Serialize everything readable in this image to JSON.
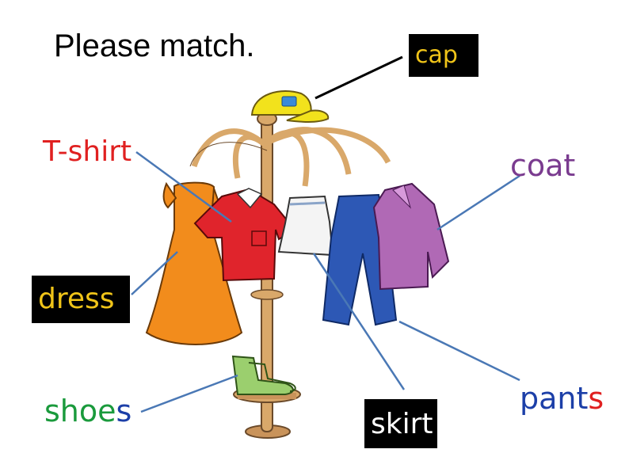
{
  "title": "Please match.",
  "labels": {
    "cap": "cap",
    "tshirt": "T-shirt",
    "coat": "coat",
    "dress": "dress",
    "shoes_main": "shoe",
    "shoes_end": "s",
    "pants_main": "pant",
    "pants_end": "s",
    "skirt": "skirt"
  },
  "colors": {
    "cap_text": "#f0c419",
    "tshirt_text": "#e02020",
    "coat_text": "#7a3b8f",
    "dress_text": "#f0c419",
    "shoes_text": "#1a9a3c",
    "pants_text": "#1c3fa8",
    "skirt_text": "#ffffff",
    "pointer_line": "#4a78b5"
  }
}
